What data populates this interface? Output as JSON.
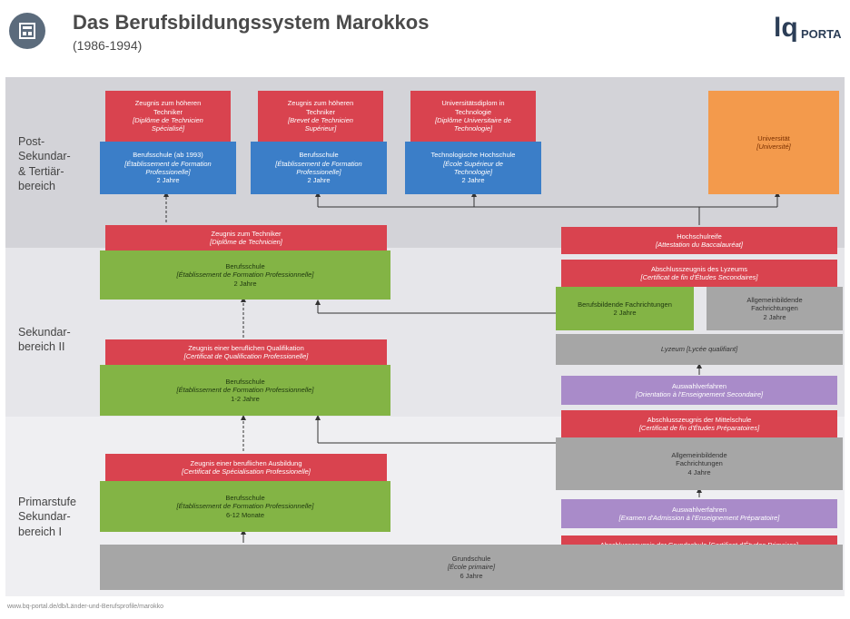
{
  "header": {
    "title": "Das Berufsbildungssystem Marokkos",
    "subtitle": "(1986-1994)",
    "logo_text": "PORTA",
    "logo_letters": "lq"
  },
  "levels": {
    "post": [
      "Post-",
      "Sekundar-",
      "& Tertiär-",
      "bereich"
    ],
    "sek2": [
      "Sekundar-",
      "bereich II"
    ],
    "prim": [
      "Primarstufe",
      "Sekundar-",
      "bereich I"
    ]
  },
  "boxes": {
    "z_hoeheren_1": [
      "Zeugnis zum höheren",
      "Techniker",
      "[Diplôme de Technicien",
      "Spécialisé]"
    ],
    "z_hoeheren_2": [
      "Zeugnis zum höheren",
      "Techniker",
      "[Brevet de Technicien",
      "Supérieur]"
    ],
    "unidiplom": [
      "Universitätsdiplom in",
      "Technologie",
      "[Diplôme Universitaire de",
      "Technologie]"
    ],
    "bs_1993": [
      "Berufsschule (ab 1993)",
      "[Établissement de Formation",
      "Professionelle]",
      "2 Jahre"
    ],
    "bs_post2": [
      "Berufsschule",
      "[Établissement de Formation",
      "Professionelle]",
      "2 Jahre"
    ],
    "tech_hs": [
      "Technologische Hochschule",
      "[École Supérieur de",
      "Technologie]",
      "2 Jahre"
    ],
    "universitaet": [
      "Universität",
      "[Université]"
    ],
    "z_techniker": [
      "Zeugnis zum Techniker",
      "[Diplôme de Technicien]"
    ],
    "bs_sek2_top": [
      "Berufsschule",
      "[Établissement de Formation Professionnelle]",
      "2 Jahre"
    ],
    "hochschulreife": [
      "Hochschulreife",
      "[Attestation du Baccalauréat]"
    ],
    "abschluss_lyzeum": [
      "Abschlusszeugnis des Lyzeums",
      "[Certificat de fin d'Études Secondaires]"
    ],
    "berufsbildende_fach": [
      "Berufsbildende Fachrichtungen",
      "2 Jahre"
    ],
    "allgemein_fach_2": [
      "Allgemeinbildende",
      "Fachrichtungen",
      "2 Jahre"
    ],
    "lyzeum": [
      "Lyzeum [Lycée qualifiant]"
    ],
    "z_beruf_qual": [
      "Zeugnis einer beruflichen Qualifikation",
      "[Certificat de Qualification Professionelle]"
    ],
    "bs_sek2_bottom": [
      "Berufsschule",
      "[Établissement de Formation Professionnelle]",
      "1-2 Jahre"
    ],
    "auswahl_1": [
      "Auswahlverfahren",
      "[Orientation à l'Enseignement Secondaire]"
    ],
    "abschluss_mittel": [
      "Abschlusszeugnis der Mittelschule",
      "[Certificat de fin d'Études Préparatoires]"
    ],
    "allgemein_fach_4": [
      "Allgemeinbildende",
      "Fachrichtungen",
      "4 Jahre"
    ],
    "z_beruf_ausb": [
      "Zeugnis einer beruflichen Ausbildung",
      "[Certificat de Spécialisation Professionelle]"
    ],
    "bs_prim": [
      "Berufsschule",
      "[Établissement de Formation Professionnelle]",
      "6-12 Monate"
    ],
    "auswahl_2": [
      "Auswahlverfahren",
      "[Examen d'Admission à l'Enseignement Préparatoire]"
    ],
    "abschluss_grund": [
      "Abschlusszeugnis der Grundschule [Certificat d'Études Primaires]"
    ],
    "grundschule": [
      "Grundschule",
      "[École primaire]",
      "6 Jahre"
    ]
  },
  "footer": "www.bq-portal.de/db/Länder-und-Berufsprofile/marokko",
  "colors": {
    "red": "#d9434f",
    "blue": "#3b7ec8",
    "green": "#83b445",
    "gray": "#a6a6a6",
    "purple": "#a98bc9",
    "orange": "#f39a4c"
  }
}
